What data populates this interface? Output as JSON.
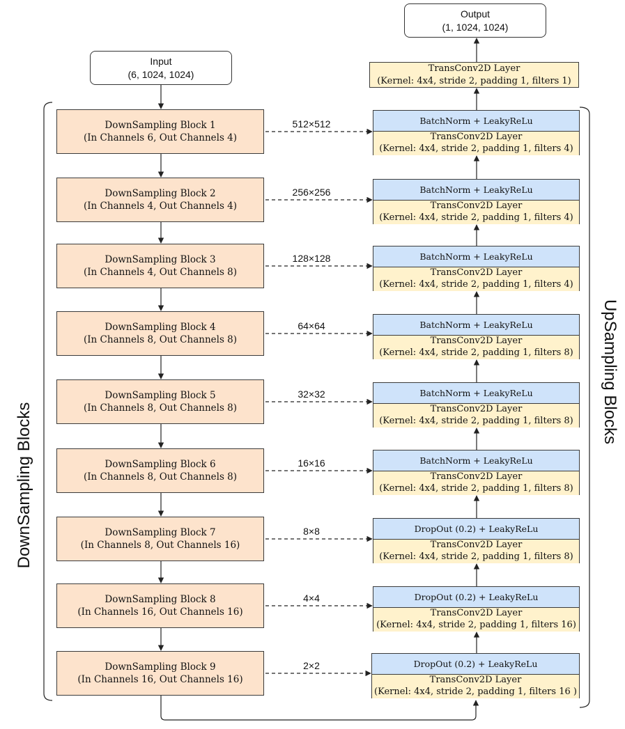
{
  "input": {
    "title": "Input",
    "shape": "(6, 1024, 1024)"
  },
  "output": {
    "title": "Output",
    "shape": "(1, 1024, 1024)"
  },
  "group_labels": {
    "down": "DownSampling Blocks",
    "up": "UpSampling Blocks"
  },
  "down_blocks": [
    {
      "name": "DownSampling Block 1",
      "detail": "(In Channels 6, Out Channels 4)"
    },
    {
      "name": "DownSampling Block 2",
      "detail": "(In Channels 4, Out Channels 4)"
    },
    {
      "name": "DownSampling Block 3",
      "detail": "(In Channels 4, Out Channels 8)"
    },
    {
      "name": "DownSampling Block 4",
      "detail": "(In Channels 8, Out Channels 8)"
    },
    {
      "name": "DownSampling Block 5",
      "detail": "(In Channels 8, Out Channels 8)"
    },
    {
      "name": "DownSampling Block 6",
      "detail": "(In Channels 8, Out Channels 8)"
    },
    {
      "name": "DownSampling Block 7",
      "detail": "(In Channels 8, Out Channels 16)"
    },
    {
      "name": "DownSampling Block 8",
      "detail": "(In Channels 16, Out Channels 16)"
    },
    {
      "name": "DownSampling Block 9",
      "detail": "(In Channels 16, Out Channels 16)"
    }
  ],
  "skip_sizes": [
    "512×512",
    "256×256",
    "128×128",
    "64×64",
    "32×32",
    "16×16",
    "8×8",
    "4×4",
    "2×2"
  ],
  "up_final": {
    "name": "TransConv2D Layer",
    "detail": "(Kernel: 4x4, stride 2, padding 1, filters 1)"
  },
  "up_blocks": [
    {
      "activation": "BatchNorm + LeakyReLu",
      "name": "TransConv2D Layer",
      "detail": "(Kernel: 4x4, stride 2, padding 1, filters 4)"
    },
    {
      "activation": "BatchNorm + LeakyReLu",
      "name": "TransConv2D Layer",
      "detail": "(Kernel: 4x4, stride 2, padding 1, filters 4)"
    },
    {
      "activation": "BatchNorm + LeakyReLu",
      "name": "TransConv2D Layer",
      "detail": "(Kernel: 4x4, stride 2, padding 1, filters 4)"
    },
    {
      "activation": "BatchNorm + LeakyReLu",
      "name": "TransConv2D Layer",
      "detail": "(Kernel: 4x4, stride 2, padding 1, filters 8)"
    },
    {
      "activation": "BatchNorm + LeakyReLu",
      "name": "TransConv2D Layer",
      "detail": "(Kernel: 4x4, stride 2, padding 1, filters 8)"
    },
    {
      "activation": "BatchNorm + LeakyReLu",
      "name": "TransConv2D Layer",
      "detail": "(Kernel: 4x4, stride 2, padding 1, filters 8)"
    },
    {
      "activation": "DropOut (0.2) + LeakyReLu",
      "name": "TransConv2D Layer",
      "detail": "(Kernel: 4x4, stride 2, padding 1, filters 8)"
    },
    {
      "activation": "DropOut (0.2) + LeakyReLu",
      "name": "TransConv2D Layer",
      "detail": "(Kernel: 4x4, stride 2, padding 1, filters 16)"
    },
    {
      "activation": "DropOut (0.2) + LeakyReLu",
      "name": "TransConv2D Layer",
      "detail": "(Kernel: 4x4, stride 2, padding 1, filters 16 )"
    }
  ],
  "colors": {
    "down_fill": "#fde3cc",
    "up_activation_fill": "#cfe3fa",
    "up_conv_fill": "#fff2cc"
  }
}
